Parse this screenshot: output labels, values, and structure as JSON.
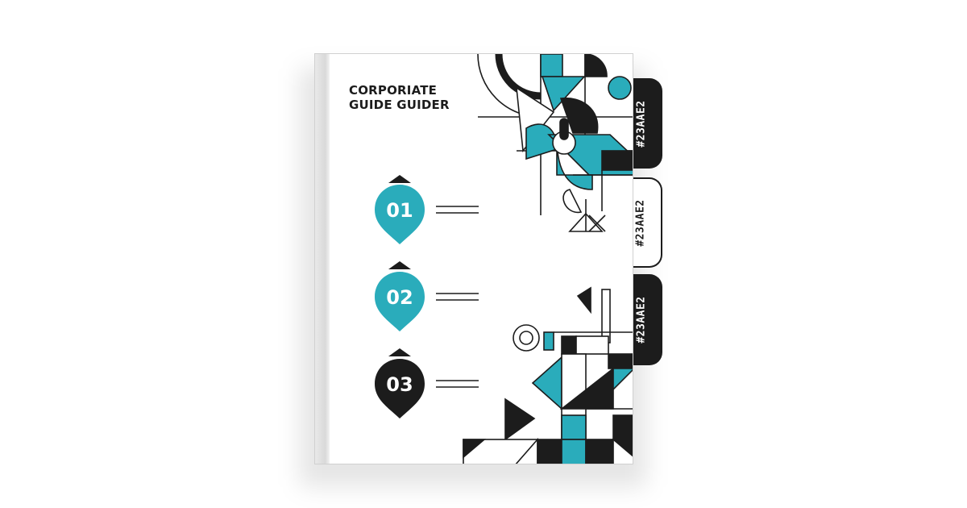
{
  "cover": {
    "title_line1": "CORPORIATE",
    "title_line2": "GUIDE GUIDER"
  },
  "tabs": [
    {
      "label": "#23AAE2",
      "style": "dark"
    },
    {
      "label": "#23AAE2",
      "style": "light"
    },
    {
      "label": "#23AAE2",
      "style": "dark"
    }
  ],
  "items": [
    {
      "number": "01",
      "color": "#2aacbb"
    },
    {
      "number": "02",
      "color": "#2aacbb"
    },
    {
      "number": "03",
      "color": "#1c1c1c"
    }
  ],
  "colors": {
    "accent": "#2aacbb",
    "dark": "#1c1c1c",
    "paper": "#ffffff"
  }
}
